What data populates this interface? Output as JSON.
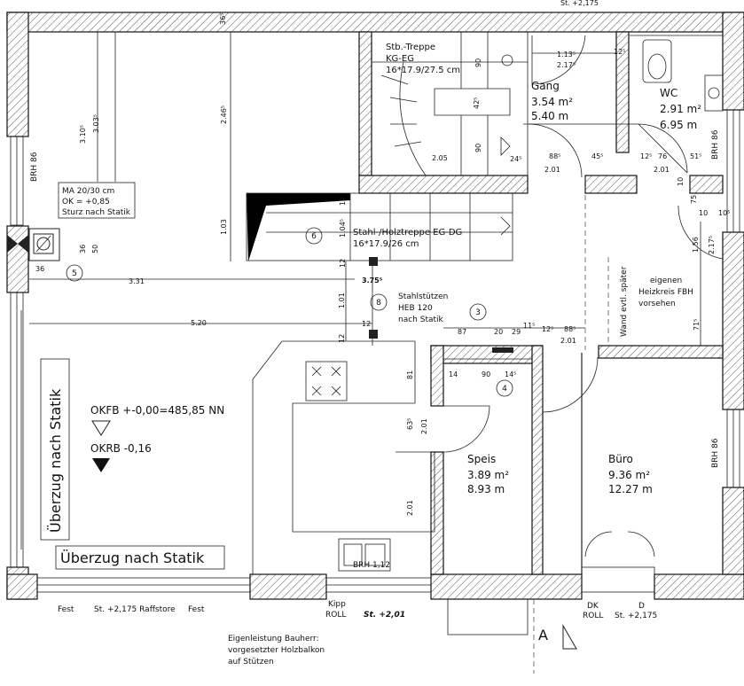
{
  "top_labels": {
    "stair_dim": "St. +2,175"
  },
  "rooms": {
    "gang": {
      "name": "Gang",
      "area": "3.54 m²",
      "perimeter": "5.40 m"
    },
    "wc": {
      "name": "WC",
      "area": "2.91 m²",
      "perimeter": "6.95 m"
    },
    "speis": {
      "name": "Speis",
      "area": "3.89 m²",
      "perimeter": "8.93 m"
    },
    "buero": {
      "name": "Büro",
      "area": "9.36 m²",
      "perimeter": "12.27 m"
    }
  },
  "stairs": {
    "stb_title": "Stb.-Treppe",
    "stb_level": "KG-EG",
    "stb_dims": "16*17.9/27.5 cm",
    "steel_title": "Stahl-/Holztreppe EG-DG",
    "steel_dims": "16*17.9/26 cm"
  },
  "notes": {
    "ma": "MA 20/30 cm",
    "ok": "OK = +0,85",
    "sturz": "Sturz nach Statik",
    "stuetzen1": "Stahlstützen",
    "stuetzen2": "HEB 120",
    "stuetzen3": "nach Statik",
    "heiz1": "eigenen",
    "heiz2": "Heizkreis FBH",
    "heiz3": "vorsehen",
    "wand": "Wand evtl. später",
    "okfb": "OKFB +-0,00=485,85 NN",
    "okrb": "OKRB -0,16",
    "ueberzug_v": "Überzug nach Statik",
    "ueberzug_h": "Überzug nach Statik",
    "eigenleistung1": "Eigenleistung Bauherr:",
    "eigenleistung2": "vorgesetzter Holzbalkon",
    "eigenleistung3": "auf Stützen",
    "brh86_left": "BRH 86",
    "brh86_right_top": "BRH 86",
    "brh86_right_bottom": "BRH 86",
    "brh112": "BRH 1,12",
    "section_marker": "A"
  },
  "bottom_labels": {
    "fest1": "Fest",
    "raffstore": "St. +2,175 Raffstore",
    "fest2": "Fest",
    "kipp": "Kipp",
    "roll1": "ROLL",
    "st201": "St. +2,01",
    "dk": "DK",
    "roll2": "ROLL",
    "d": "D",
    "st2175": "St. +2,175"
  },
  "markers": [
    "3",
    "4",
    "5",
    "6",
    "8"
  ],
  "dimensions": {
    "d310": "3.10⁵",
    "d303": "3.03⁵",
    "d246": "2.46⁵",
    "d36top": "36⁵",
    "d103": "1.03",
    "d104": "1.04⁵",
    "d12a": "12",
    "d12b": "12",
    "d12c": "12",
    "d12d": "12",
    "d375": "3.75⁵",
    "d101": "1.01",
    "d331": "3.31",
    "d520": "5.20",
    "d36": "36",
    "d50": "50",
    "d36b": "36",
    "d90a": "90",
    "d90b": "90",
    "d42": "42⁵",
    "d205": "2.05",
    "d113": "1.13⁵",
    "d217": "2.17⁵",
    "d12e": "12⁵",
    "d24": "24⁵",
    "d88a": "88⁵",
    "d201a": "2.01",
    "d45": "45⁵",
    "d125": "12⁵",
    "d76": "76",
    "d51": "51⁵",
    "d201b": "2.01",
    "d10a": "10",
    "d10b": "10",
    "d105": "10⁵",
    "d75": "75",
    "d156": "1.56",
    "d217b": "2.17⁵",
    "d715": "71⁵",
    "d87": "87",
    "d20": "20",
    "d29": "29",
    "d115": "11⁵",
    "d125b": "12⁵",
    "d88b": "88⁵",
    "d201c": "2.01",
    "d14": "14",
    "d90c": "90",
    "d145": "14⁵",
    "d81": "81",
    "d635": "63⁵",
    "d201d": "2.01",
    "d201e": "2.01"
  }
}
